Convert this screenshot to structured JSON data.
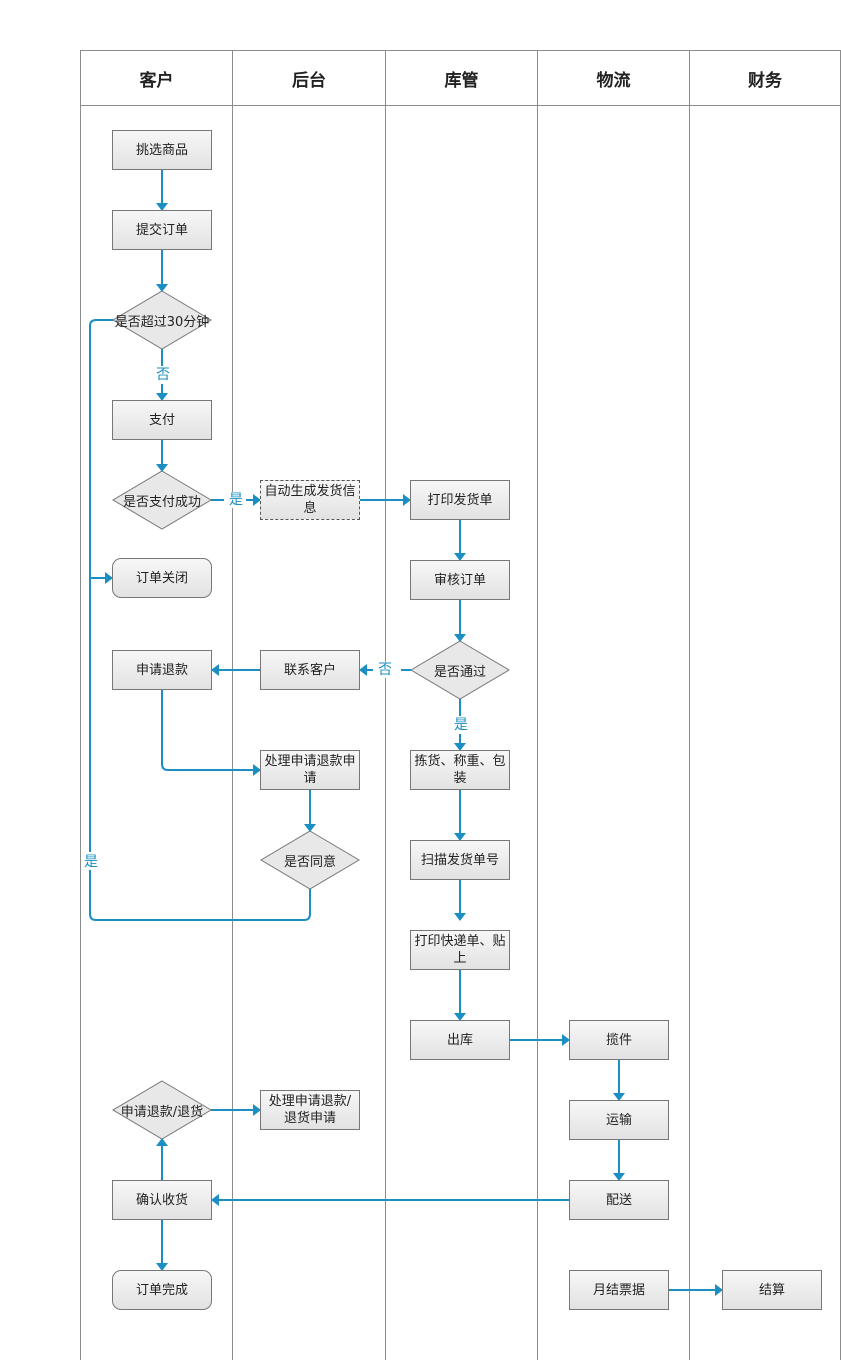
{
  "lanes": [
    "客户",
    "后台",
    "库管",
    "物流",
    "财务"
  ],
  "nodes": {
    "pick_goods": "挑选商品",
    "submit_order": "提交订单",
    "over_30min": "是否超过30分钟",
    "pay": "支付",
    "pay_success": "是否支付成功",
    "order_closed": "订单关闭",
    "apply_refund": "申请退款",
    "auto_shipping_info": "自动生成发货信息",
    "contact_customer": "联系客户",
    "handle_refund": "处理申请退款申请",
    "agree": "是否同意",
    "handle_refund_return": "处理申请退款/退货申请",
    "print_delivery": "打印发货单",
    "audit_order": "审核订单",
    "passed": "是否通过",
    "pick_weigh_pack": "拣货、称重、包装",
    "scan_delivery": "扫描发货单号",
    "print_express": "打印快递单、贴上",
    "out_stock": "出库",
    "collect": "揽件",
    "transport": "运输",
    "deliver": "配送",
    "monthly_bill": "月结票据",
    "settle": "结算",
    "apply_refund_return": "申请退款/退货",
    "confirm_receipt": "确认收货",
    "order_complete": "订单完成"
  },
  "edge_labels": {
    "no_30min": "否",
    "yes_pay": "是",
    "no_pass": "否",
    "yes_pass": "是",
    "yes_agree": "是"
  },
  "colors": {
    "connector": "#1b8fc2",
    "grid": "#8c8c8c"
  }
}
